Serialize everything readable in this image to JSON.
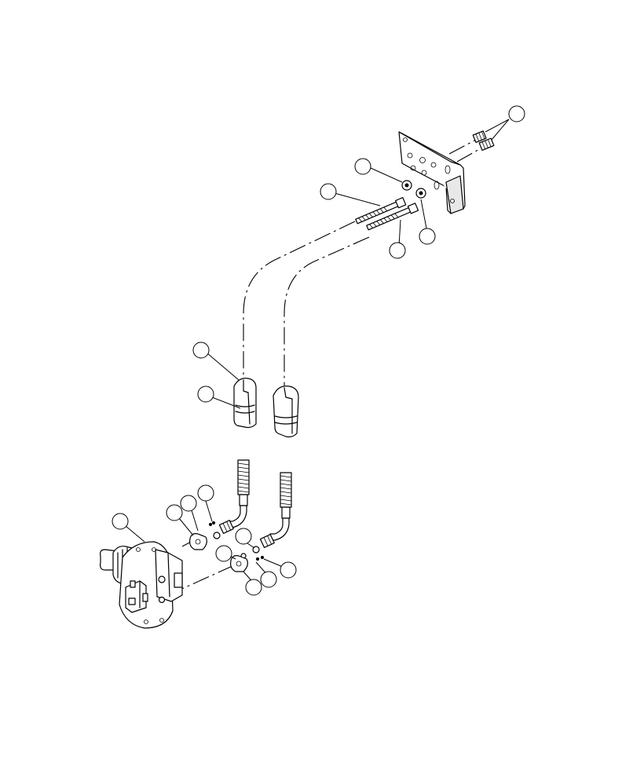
{
  "diagram": {
    "colors": {
      "line": "#000000",
      "background": "#ffffff",
      "shade": "#e8e8e8"
    },
    "callouts": [
      {
        "id": "c1"
      },
      {
        "id": "c2"
      },
      {
        "id": "c3"
      },
      {
        "id": "c4"
      },
      {
        "id": "c5"
      },
      {
        "id": "c6"
      },
      {
        "id": "c7"
      },
      {
        "id": "c8"
      },
      {
        "id": "c9"
      },
      {
        "id": "c10"
      },
      {
        "id": "c11"
      },
      {
        "id": "c12"
      },
      {
        "id": "c13"
      },
      {
        "id": "c14"
      },
      {
        "id": "c15"
      },
      {
        "id": "c16"
      },
      {
        "id": "c17"
      }
    ]
  }
}
